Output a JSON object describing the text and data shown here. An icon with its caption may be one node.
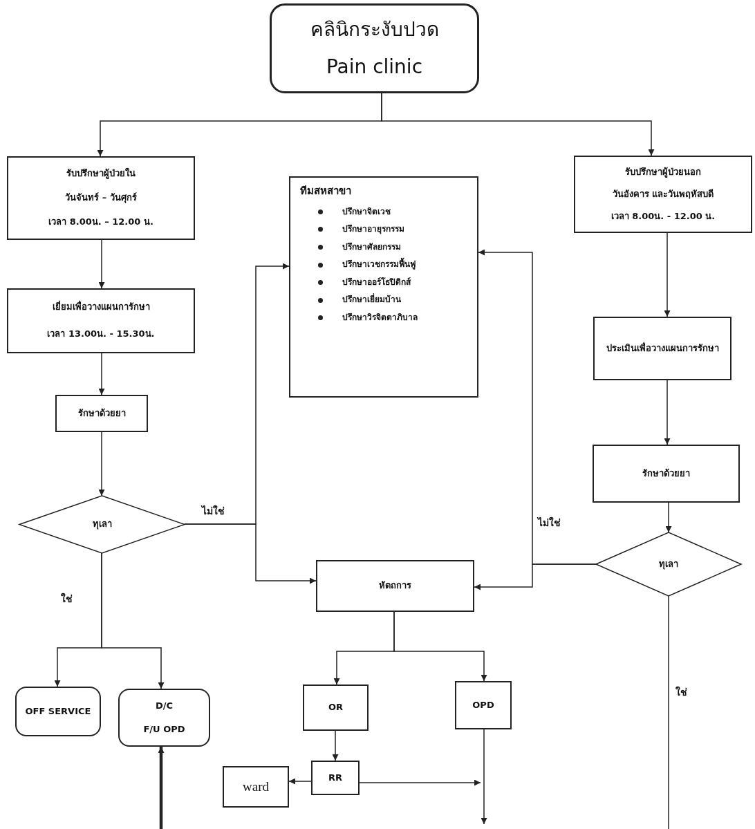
{
  "diagram": {
    "nodes": [
      {
        "text": [
          "คลินิกระงับปวด",
          "Pain clinic"
        ]
      },
      {
        "text": [
          "รับปรึกษาผู้ป่วยใน",
          "วันจันทร์ – วันศุกร์",
          "เวลา 8.00น. – 12.00 น."
        ]
      },
      {
        "text": [
          "เยี่ยมเพื่อวางแผนการักษา",
          "เวลา 13.00น. - 15.30น."
        ]
      },
      {
        "text": [
          "รักษาด้วยยา"
        ]
      },
      {
        "text": [
          "ทุเลา"
        ]
      },
      {
        "text": [
          "OFF SERVICE"
        ]
      },
      {
        "text": [
          "D/C",
          "F/U OPD"
        ]
      },
      {
        "text": [
          "ทีมสหสาขา",
          "ปรึกษาจิตเวช",
          "ปรึกษาอายุรกรรม",
          "ปรึกษาศัลยกรรม",
          "ปรึกษาเวชกรรมฟื้นฟู",
          "ปรึกษาออร์โธปิดิกส์",
          "ปรึกษาเยี่ยมบ้าน",
          "ปรึกษาวิรจิตตาภิบาล"
        ]
      },
      {
        "text": [
          "หัตถการ"
        ]
      },
      {
        "text": [
          "OR"
        ]
      },
      {
        "text": [
          "OPD"
        ]
      },
      {
        "text": [
          "RR"
        ]
      },
      {
        "text": [
          "ward"
        ]
      },
      {
        "text": [
          "รับปรึกษาผู้ป่วยนอก",
          "วันอังคาร และวันพฤหัสบดี",
          "เวลา 8.00น. - 12.00 น."
        ]
      },
      {
        "text": [
          "ประเมินเพื่อวางแผนการรักษา"
        ]
      },
      {
        "text": [
          "รักษาด้วยยา"
        ]
      },
      {
        "text": [
          "ทุเลา"
        ]
      }
    ],
    "edges": [
      {
        "from": 0,
        "to": 1,
        "arrow": "to"
      },
      {
        "from": 0,
        "to": 13,
        "arrow": "to"
      },
      {
        "from": 1,
        "to": 2,
        "arrow": "to"
      },
      {
        "from": 2,
        "to": 3,
        "arrow": "to"
      },
      {
        "from": 3,
        "to": 4,
        "arrow": "to"
      },
      {
        "from": 4,
        "to": 7,
        "arrow": "to",
        "label": "ไม่ใช่"
      },
      {
        "from": 4,
        "to": 8,
        "arrow": "to"
      },
      {
        "from": 4,
        "to": 5,
        "arrow": "to",
        "label": "ใช่"
      },
      {
        "from": 4,
        "to": 6,
        "arrow": "to"
      },
      {
        "from": 13,
        "to": 14,
        "arrow": "to"
      },
      {
        "from": 14,
        "to": 15,
        "arrow": "to"
      },
      {
        "from": 15,
        "to": 16,
        "arrow": "to"
      },
      {
        "from": 16,
        "to": 7,
        "arrow": "to",
        "label": "ไม่ใช่"
      },
      {
        "from": 16,
        "to": 8,
        "arrow": "to"
      },
      {
        "from": 16,
        "to": null,
        "arrow": "none",
        "label": "ใช่"
      },
      {
        "from": null,
        "to": 6,
        "arrow": "to",
        "style": "thick"
      },
      {
        "from": 8,
        "to": 9,
        "arrow": "to"
      },
      {
        "from": 8,
        "to": 10,
        "arrow": "to"
      },
      {
        "from": 9,
        "to": 11,
        "arrow": "to"
      },
      {
        "from": 11,
        "to": 12,
        "arrow": "to"
      },
      {
        "from": 11,
        "to": null,
        "arrow": "to"
      },
      {
        "from": 10,
        "to": null,
        "arrow": "to"
      }
    ]
  }
}
